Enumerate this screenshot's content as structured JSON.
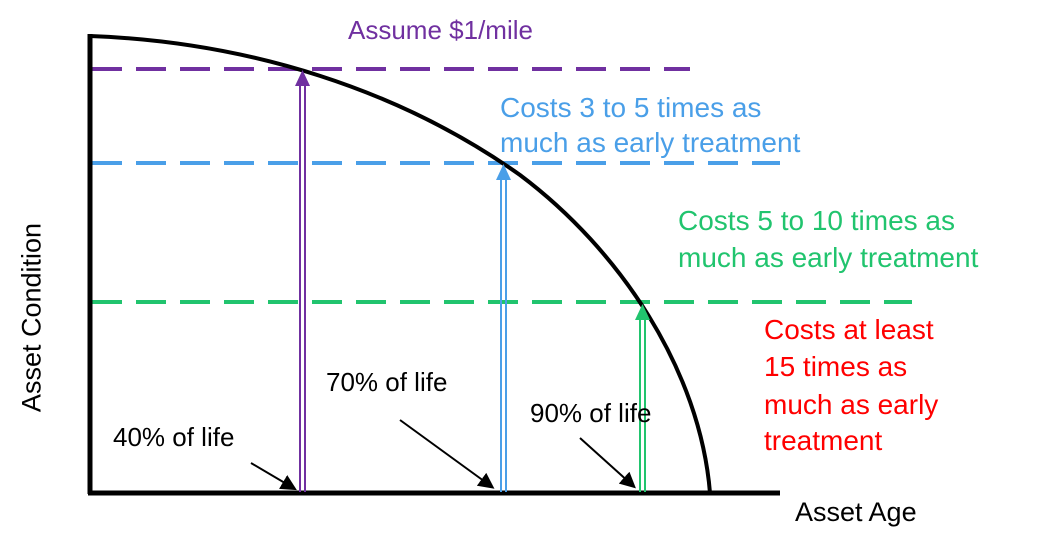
{
  "axes": {
    "y_label": "Asset Condition",
    "x_label": "Asset Age"
  },
  "levels": [
    {
      "label": "Assume $1/mile",
      "color": "#7030a0",
      "life_label": "40% of life"
    },
    {
      "label_line1": "Costs 3 to 5 times as",
      "label_line2": "much as early treatment",
      "color": "#4a9fe8",
      "life_label": "70% of life"
    },
    {
      "label_line1": "Costs 5 to 10 times as",
      "label_line2": "much as early treatment",
      "color": "#21c46e",
      "life_label": "90% of life"
    }
  ],
  "red_note": {
    "line1": "Costs at least",
    "line2": "15 times as",
    "line3": "much as early",
    "line4": "treatment",
    "color": "#ff0000"
  }
}
